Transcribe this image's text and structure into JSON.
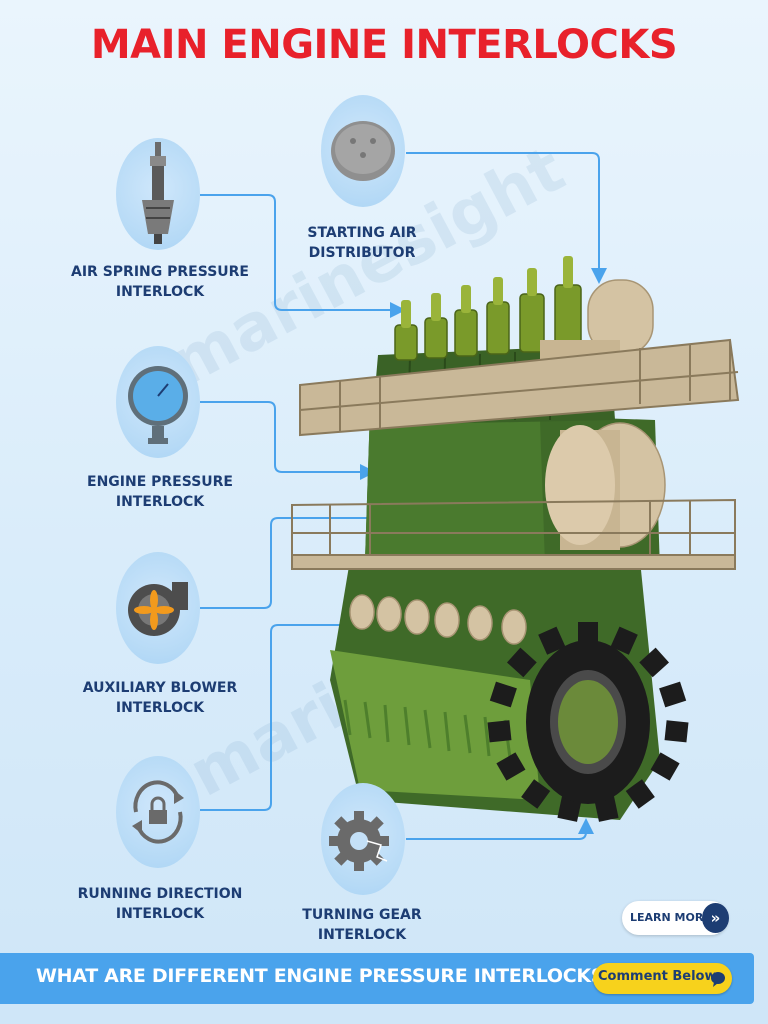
{
  "title": "MAIN ENGINE INTERLOCKS",
  "watermark": "marinesight",
  "interlocks": [
    {
      "name": "air-spring-pressure",
      "line1": "AIR SPRING PRESSURE",
      "line2": "INTERLOCK",
      "icon": "valve-icon"
    },
    {
      "name": "starting-air-distributor",
      "line1": "STARTING AIR",
      "line2": "DISTRIBUTOR",
      "icon": "distributor-disc-icon"
    },
    {
      "name": "engine-pressure",
      "line1": "ENGINE PRESSURE",
      "line2": "INTERLOCK",
      "icon": "pressure-gauge-icon"
    },
    {
      "name": "auxiliary-blower",
      "line1": "AUXILIARY BLOWER",
      "line2": "INTERLOCK",
      "icon": "blower-fan-icon"
    },
    {
      "name": "running-direction",
      "line1": "RUNNING DIRECTION",
      "line2": "INTERLOCK",
      "icon": "lock-rotate-icon"
    },
    {
      "name": "turning-gear",
      "line1": "TURNING GEAR",
      "line2": "INTERLOCK",
      "icon": "gear-icon"
    }
  ],
  "learn_more": {
    "label": "LEARN MORE",
    "icon": "double-chevron-right-icon"
  },
  "bottom_bar": {
    "question": "WHAT ARE DIFFERENT ENGINE PRESSURE INTERLOCKS?",
    "comment_label": "Comment Below",
    "comment_icon": "speech-bubble-icon"
  },
  "colors": {
    "title": "#e8212b",
    "label": "#1d3d73",
    "connector": "#4aa3ec",
    "engine_green": "#3f6a28",
    "engine_beige": "#d4c3a3",
    "bottom_bar": "#4aa3ec",
    "comment_button": "#f7d21c"
  }
}
